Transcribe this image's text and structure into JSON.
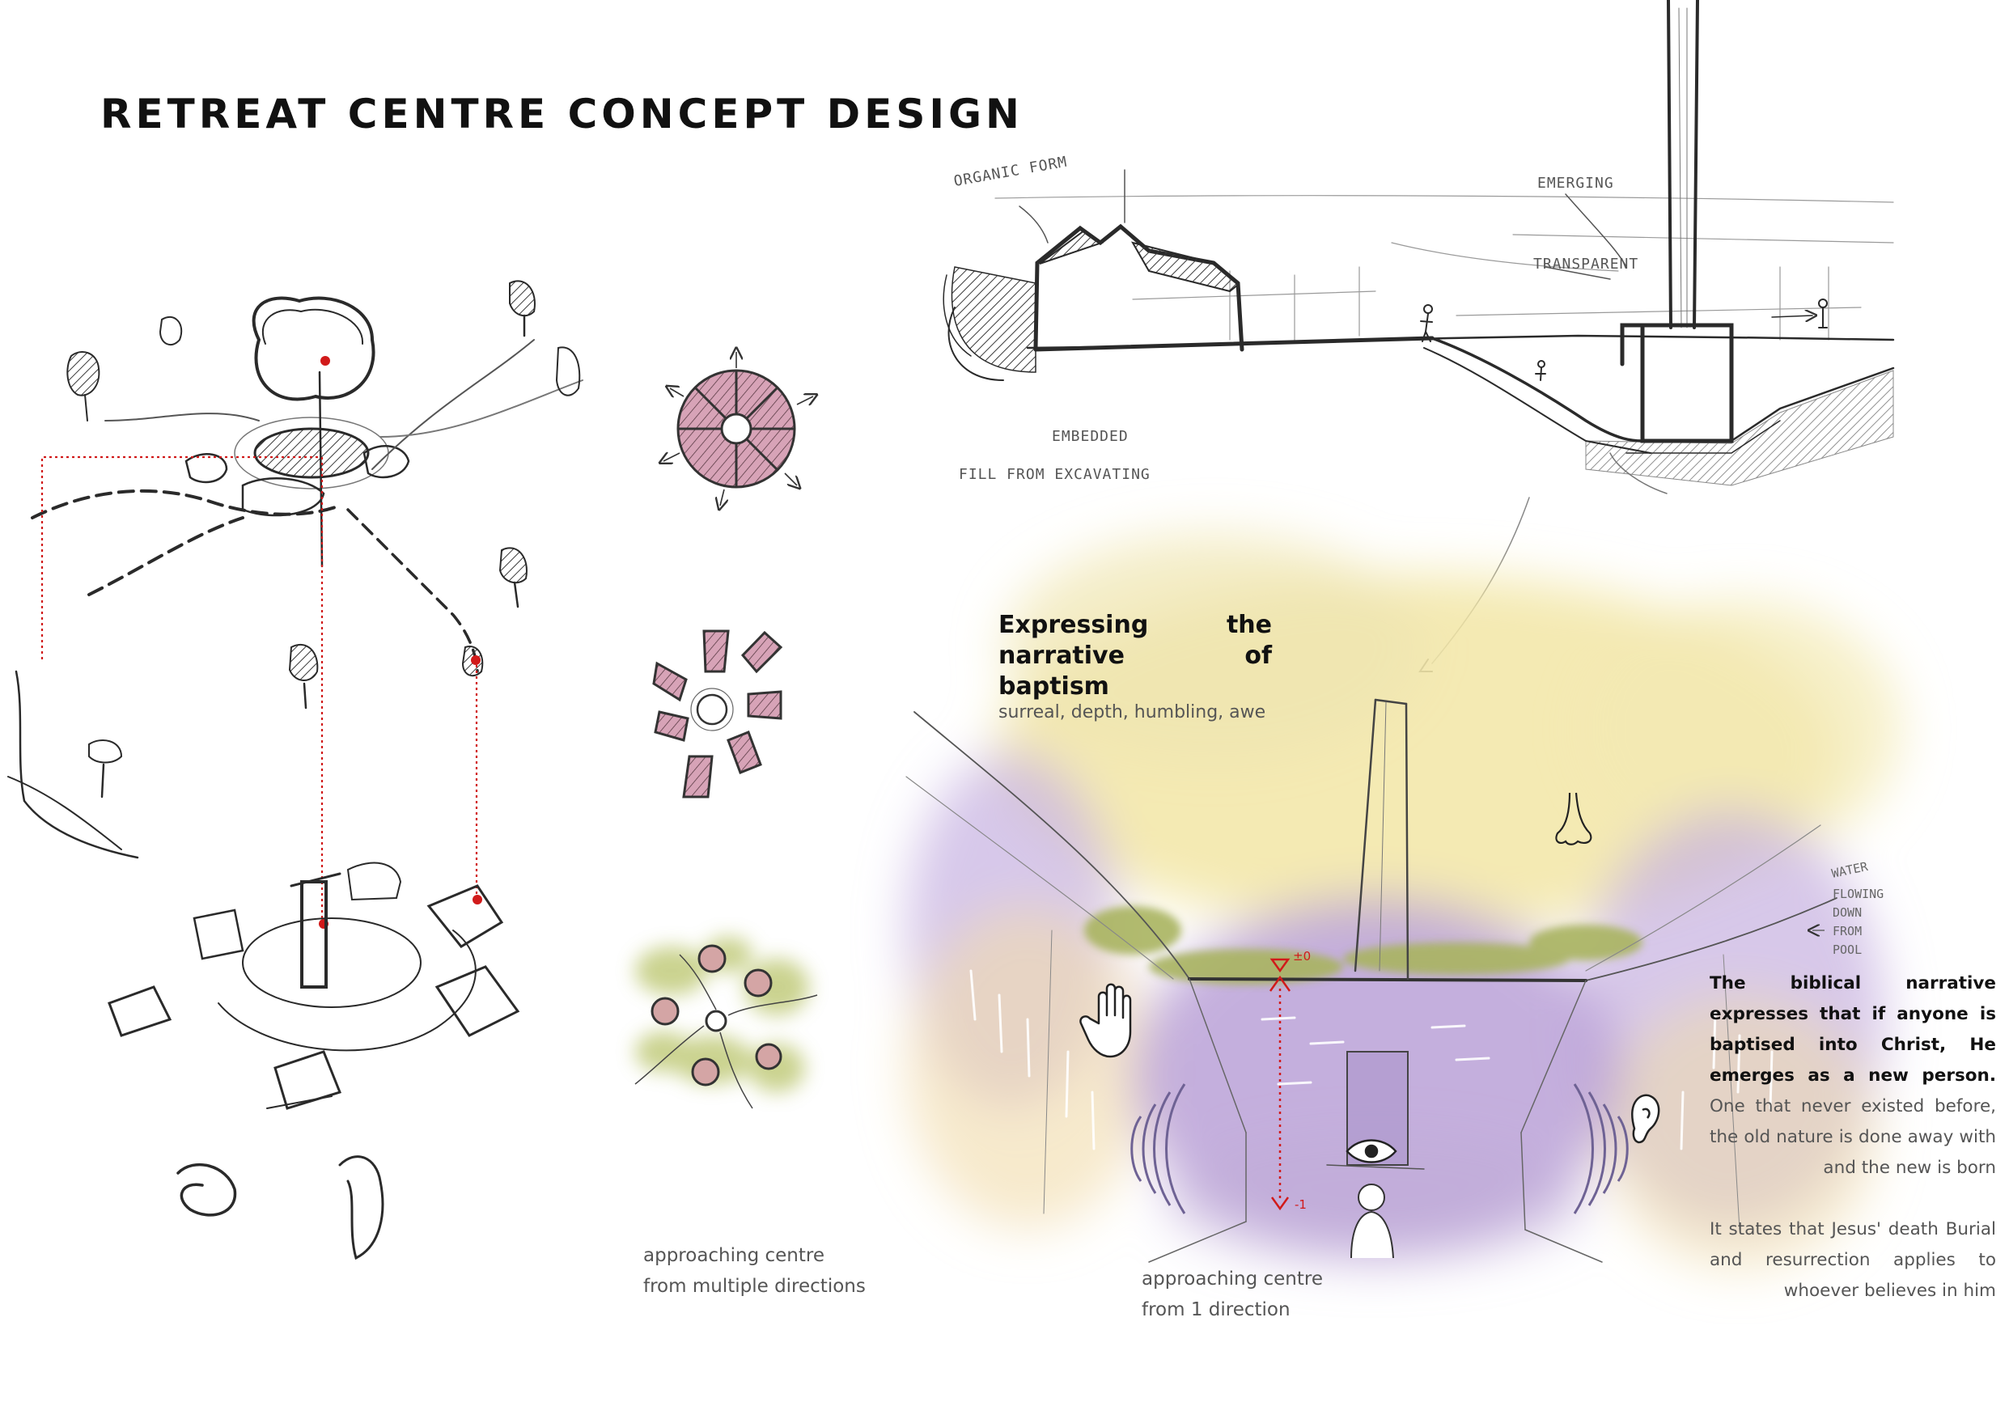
{
  "page": {
    "title": "RETREAT CENTRE CONCEPT DESIGN"
  },
  "left_panel": {
    "caption_line1": "approaching centre",
    "caption_line2": "from multiple directions"
  },
  "section_sketch": {
    "notes": {
      "organic_form": "ORGANIC FORM",
      "emerging": "EMERGING",
      "transparent": "TRANSPARENT",
      "embedded": "EMBEDDED",
      "fill": "FILL FROM EXCAVATING"
    }
  },
  "perspective": {
    "heading_line1_a": "Expressing",
    "heading_line1_b": "the",
    "heading_line2": "narrative of baptism",
    "subheading": "surreal, depth, humbling, awe",
    "level_top": "±0",
    "level_bottom": "-1",
    "water_note_lines": [
      "WATER",
      "FLOWING",
      "DOWN",
      "FROM",
      "POOL"
    ],
    "caption_line1": "approaching centre",
    "caption_line2": "from 1 direction",
    "senses": [
      "hand-touch",
      "ear-hearing",
      "eye-sight",
      "nose-smell"
    ]
  },
  "narrative": {
    "bold_text": "The biblical narrative expresses that if anyone is baptised into Christ, He emerges as a new person.",
    "regular_text": " One that never existed before, the old nature is done away with and the new is born",
    "second_paragraph": "It states that Jesus' death Burial and resurrection applies to whoever believes in him"
  },
  "colors": {
    "sketch_line": "#2a2a2a",
    "marker_red": "#d11a1a",
    "pink_fill": "#d7a3b7",
    "green_wash": "#b9c46a",
    "purple_wash": "#b59bd4",
    "yellow_wash": "#f2e6a6"
  }
}
